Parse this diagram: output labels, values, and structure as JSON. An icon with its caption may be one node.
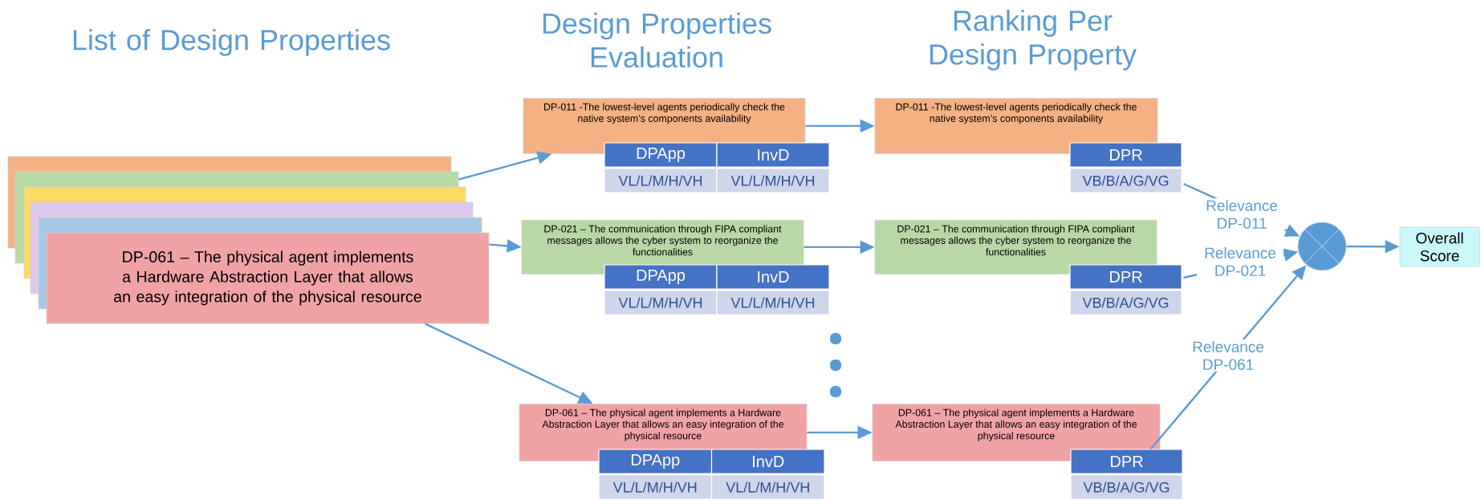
{
  "diagram": {
    "nodes": [
      {
        "text": [],
        "shape": "box"
      },
      {
        "text": [],
        "shape": "box"
      },
      {
        "text": [],
        "shape": "box"
      },
      {
        "text": [],
        "shape": "box"
      },
      {
        "text": [],
        "shape": "box"
      },
      {
        "text": [
          "DP-061 – The physical agent implements a Hardware Abstraction Layer that allows an easy integration of the physical resource"
        ]
      },
      {
        "text": [
          "DP-011 -The lowest-level agents periodically check the native system’s components availability"
        ]
      },
      {
        "text": [
          "DPApp",
          "InvD",
          "VL/L/M/H/VH",
          "VL/L/M/H/VH"
        ]
      },
      {
        "text": [
          "DP-021 – The communication through FIPA compliant messages allows the cyber system to reorganize the functionalities"
        ]
      },
      {
        "text": [
          "DPApp",
          "InvD",
          "VL/L/M/H/VH",
          "VL/L/M/H/VH"
        ]
      },
      {
        "text": [
          "DP-061 – The physical agent implements a Hardware Abstraction Layer that allows an easy integration of the physical resource"
        ]
      },
      {
        "text": [
          "DPApp",
          "InvD",
          "VL/L/M/H/VH",
          "VL/L/M/H/VH"
        ]
      },
      {
        "text": [
          "DP-011 -The lowest-level agents periodically check the native system’s components availability"
        ]
      },
      {
        "text": [
          "DPR",
          "VB/B/A/G/VG"
        ]
      },
      {
        "text": [
          "DP-021 – The communication through FIPA compliant messages allows the cyber system to reorganize the functionalities"
        ]
      },
      {
        "text": [
          "DPR",
          "VB/B/A/G/VG"
        ]
      },
      {
        "text": [
          "DP-061 – The physical agent implements a Hardware Abstraction Layer that allows an easy integration of the physical resource"
        ]
      },
      {
        "text": [
          "DPR",
          "VB/B/A/G/VG"
        ]
      },
      {
        "text": [],
        "shape": "circle"
      },
      {
        "text": [
          "Overall Score"
        ]
      }
    ],
    "edges": [
      {
        "from": 1,
        "to": 6,
        "arrow": "to"
      },
      {
        "from": 5,
        "to": 8,
        "arrow": "to"
      },
      {
        "from": 5,
        "to": 10,
        "arrow": "to"
      },
      {
        "from": 6,
        "to": 12,
        "arrow": "to"
      },
      {
        "from": 8,
        "to": 14,
        "arrow": "to"
      },
      {
        "from": 10,
        "to": 16,
        "arrow": "to"
      },
      {
        "from": 13,
        "to": 18,
        "arrow": "to",
        "label": "Relevance DP-011"
      },
      {
        "from": 15,
        "to": 18,
        "arrow": "to",
        "label": "Relevance DP-021"
      },
      {
        "from": 17,
        "to": 18,
        "arrow": "to",
        "label": "Relevance DP-061"
      },
      {
        "from": 18,
        "to": 19,
        "arrow": "to"
      }
    ],
    "labels": [
      "List of Design Properties",
      "Design Properties Evaluation",
      "Ranking Per Design Property"
    ]
  }
}
